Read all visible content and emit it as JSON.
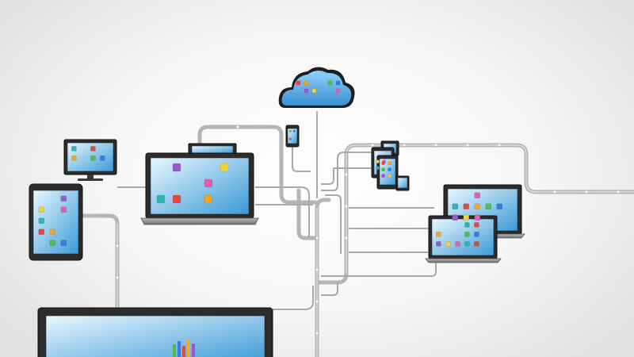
{
  "scene": {
    "background": "#f4f4f4",
    "wire_color": "#b5b5b5",
    "screen_gradient": [
      "#e9f7ff",
      "#3b9ad6"
    ],
    "cloud_fill": "#3b8fd0",
    "app_colors": [
      "#e84545",
      "#f2a62c",
      "#4fbf4a",
      "#3a7be0",
      "#9a59d0",
      "#f0d33a",
      "#e25fae",
      "#2fb5b5"
    ]
  },
  "devices": [
    {
      "name": "cloud-storage",
      "kind": "cloud"
    },
    {
      "name": "desktop-monitor-small",
      "kind": "monitor"
    },
    {
      "name": "tablet-left",
      "kind": "tablet"
    },
    {
      "name": "laptop-center",
      "kind": "laptop"
    },
    {
      "name": "phone-top",
      "kind": "phone"
    },
    {
      "name": "tablet-stack-right",
      "kind": "tablet"
    },
    {
      "name": "laptop-right-back",
      "kind": "laptop"
    },
    {
      "name": "laptop-right-front",
      "kind": "laptop"
    },
    {
      "name": "large-monitor-bottom",
      "kind": "monitor"
    }
  ]
}
